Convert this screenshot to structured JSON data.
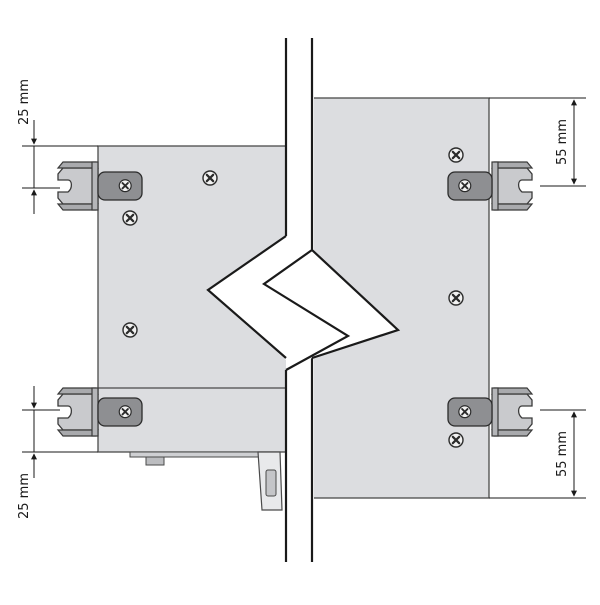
{
  "dimensions": {
    "left_top": "25 mm",
    "left_bottom": "25 mm",
    "right_top": "55 mm",
    "right_bottom": "55 mm"
  },
  "colors": {
    "panel": "#dcdde0",
    "panel_stroke": "#4a4a4a",
    "bracket": "#c8c9cc",
    "bracket_dark": "#6d6e70",
    "line": "#1a1a1a"
  }
}
